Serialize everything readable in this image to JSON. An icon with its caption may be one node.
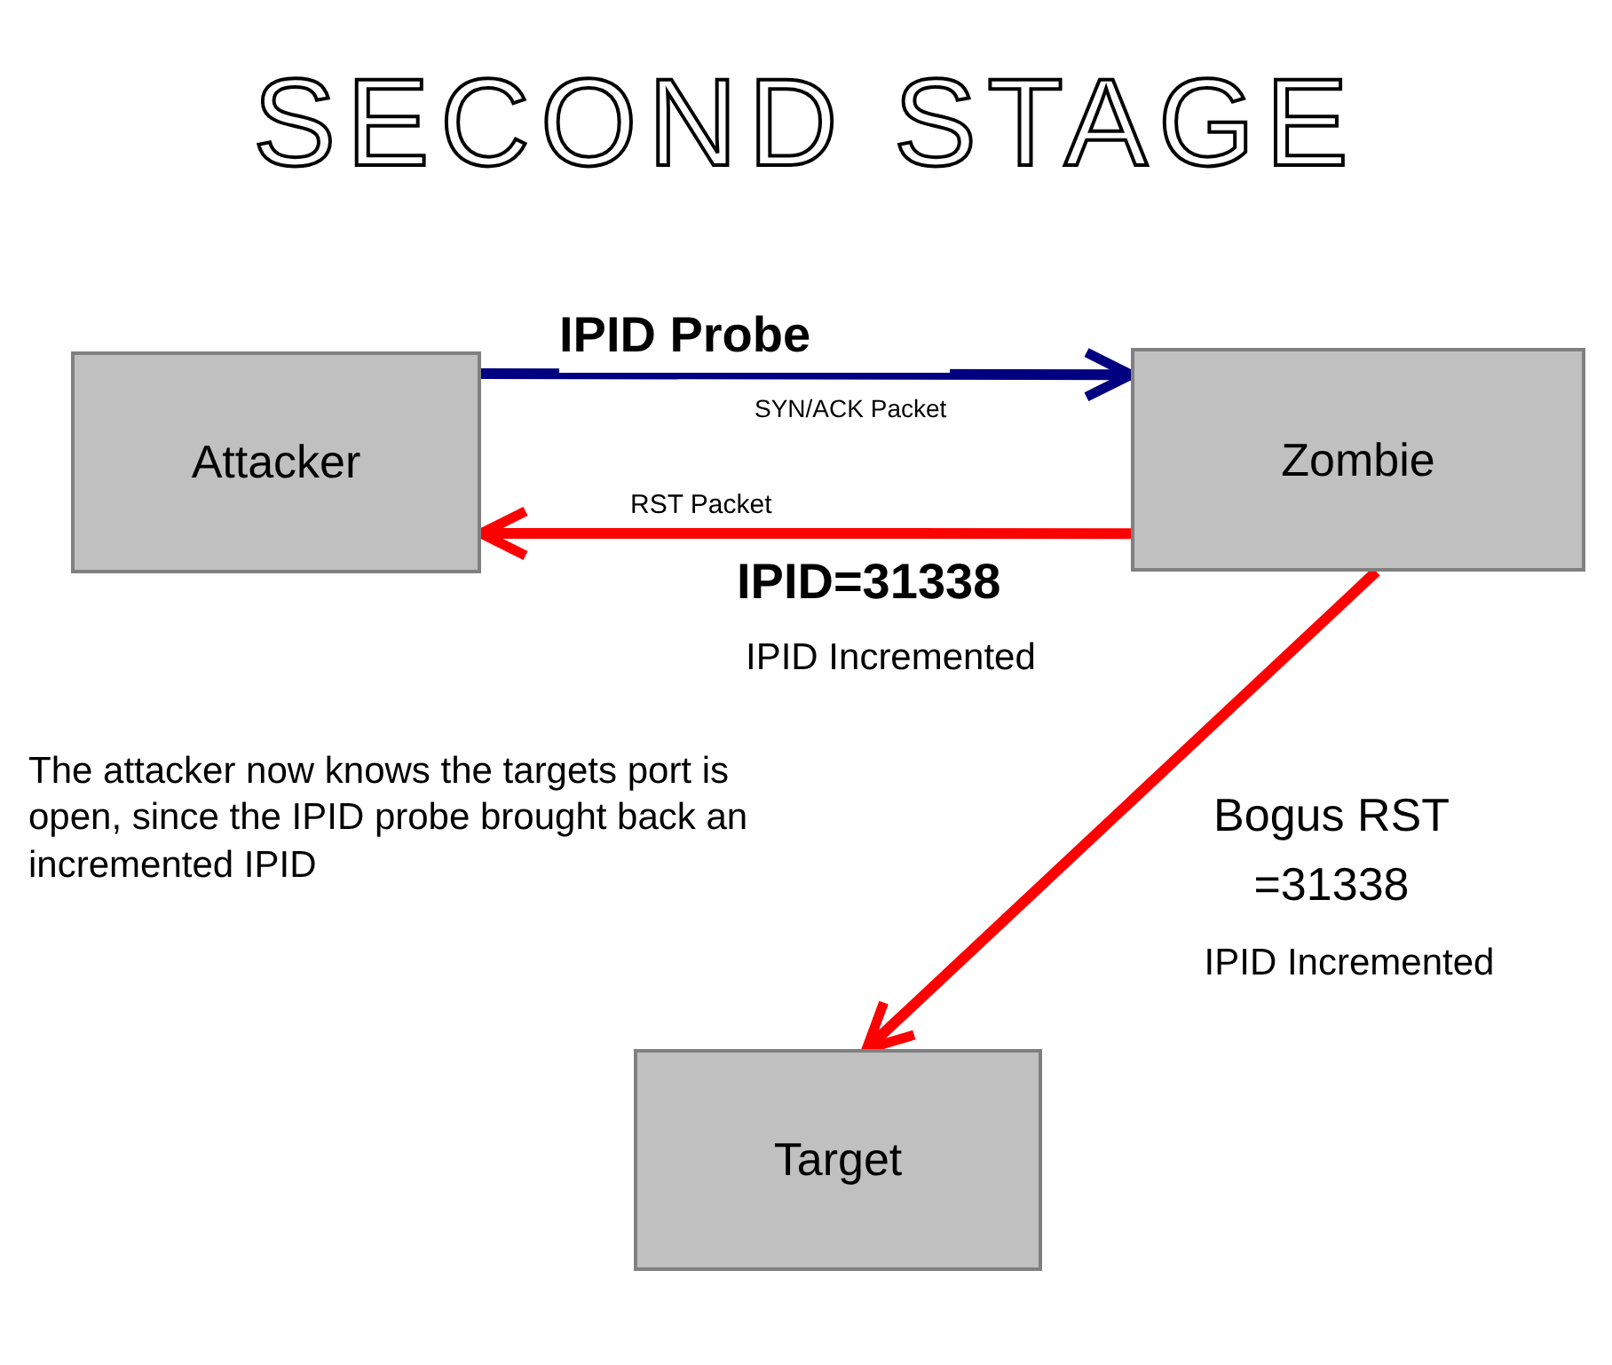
{
  "diagram": {
    "title": "SECOND STAGE",
    "nodes": [
      {
        "text": [
          "Attacker"
        ]
      },
      {
        "text": [
          "Zombie"
        ]
      },
      {
        "text": [
          "Target"
        ]
      }
    ],
    "edges": [
      {
        "from": 0,
        "to": 1,
        "arrow": "to",
        "label": "IPID Probe",
        "color": "#000080"
      },
      {
        "from": 1,
        "to": 0,
        "arrow": "to",
        "label": "RST Packet"
      },
      {
        "from": 1,
        "to": 2,
        "arrow": "to",
        "label": "Bogus RST =31338"
      }
    ],
    "labels": [
      "SYN/ACK Packet",
      "IPID=31338",
      "IPID Incremented",
      "The attacker now knows the targets port is open, since the IPID probe brought back an incremented IPID",
      "IPID Incremented"
    ]
  }
}
